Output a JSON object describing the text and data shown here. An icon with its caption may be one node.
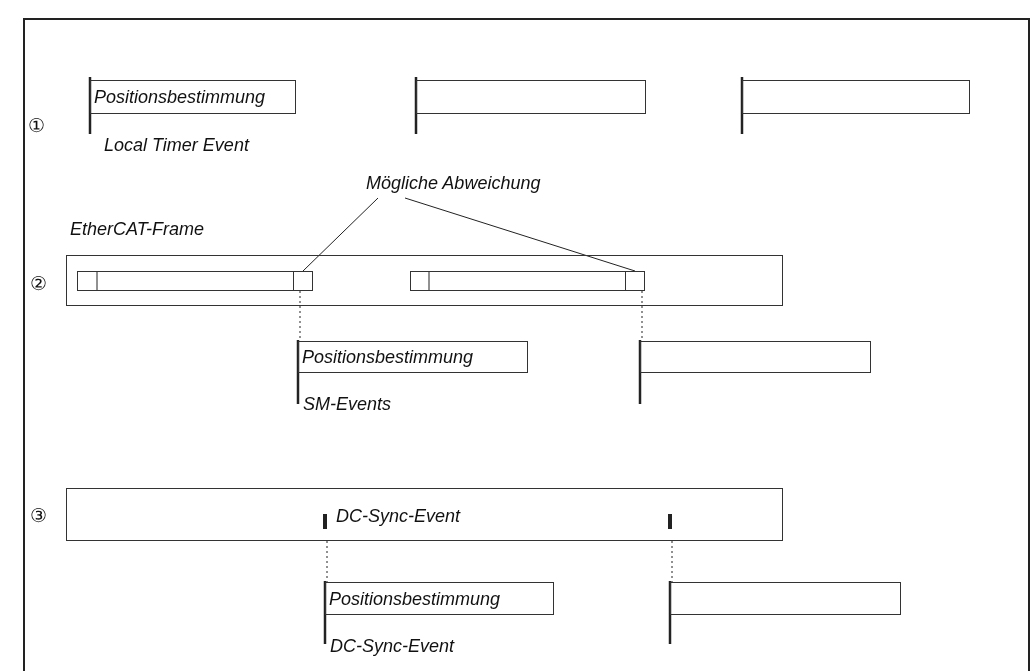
{
  "diagram": {
    "nodes": [
      {
        "text": [
          "Positionsbestimmung"
        ],
        "beside": [
          "Local Timer Event"
        ]
      },
      {
        "text": [],
        "shape": "box"
      },
      {
        "text": [],
        "shape": "box"
      },
      {
        "text": [
          "Mögliche Abweichung"
        ]
      },
      {
        "text": [
          "EtherCAT-Frame"
        ]
      },
      {
        "text": [],
        "shape": "box",
        "in": 4
      },
      {
        "text": [],
        "shape": "box",
        "in": 5
      },
      {
        "text": [],
        "shape": "box",
        "in": 4
      },
      {
        "text": [],
        "shape": "box",
        "in": 7
      },
      {
        "text": [
          "Positionsbestimmung"
        ],
        "beside": [
          "SM-Events"
        ]
      },
      {
        "text": [],
        "shape": "box"
      },
      {
        "text": [
          "DC-Sync-Event"
        ]
      },
      {
        "text": [
          "Positionsbestimmung"
        ],
        "beside": [
          "DC-Sync-Event"
        ]
      },
      {
        "text": [],
        "shape": "box"
      }
    ],
    "edges": [
      {
        "from": 3,
        "to": 6,
        "arrow": "none"
      },
      {
        "from": 3,
        "to": 8,
        "arrow": "none"
      },
      {
        "from": 6,
        "to": 9,
        "arrow": "none",
        "style": "dashed"
      },
      {
        "from": 8,
        "to": 10,
        "arrow": "none",
        "style": "dashed"
      },
      {
        "from": 11,
        "to": 12,
        "arrow": "none",
        "style": "dashed"
      },
      {
        "from": 11,
        "to": 13,
        "arrow": "none",
        "style": "dashed"
      }
    ],
    "labels": [
      "①",
      "②",
      "③"
    ]
  }
}
